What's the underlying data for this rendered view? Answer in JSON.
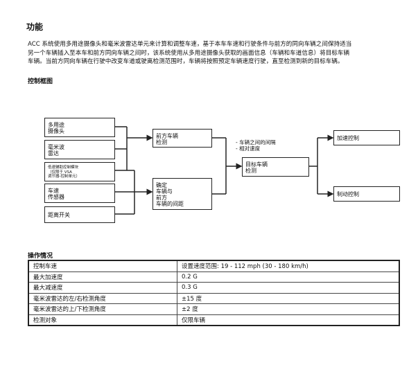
{
  "section_title": "功能",
  "intro_lines": [
    "ACC 系统使用多用途摄像头和毫米波雷达单元来计算和调整车速，基于本车车速和行驶条件与前方的同向车辆之间保持适当",
    "另一个车辆插入至本车和前方同向车辆之间时，该系统使用从多用途摄像头获取的画面信息（车辆和车道信息）将目标车辆",
    "车辆。当前方同向车辆在行驶中改变车道或驶离检测范围时，车辆将按照预定车辆速度行驶，直至检测到新的目标车辆。"
  ],
  "block_diagram_title": "控制框图",
  "diagram": {
    "inputs": [
      {
        "label": "多用途\n摄像头"
      },
      {
        "label": "毫米波\n雷达"
      },
      {
        "label": "低速辅助控制模块\n（仅限于 VSA\n调节器-控制单元）"
      },
      {
        "label": "车速\n传感器"
      },
      {
        "label": "距离开关"
      }
    ],
    "detect_front": "前方车辆\n检测",
    "calc_distance": "确定\n车辆与\n前方\n车辆的间距",
    "gap_note": "- 车辆之间的间隔\n- 相对速度",
    "target_detect": "目标车辆\n检测",
    "accel_control": "加速控制",
    "brake_control": "制动控制"
  },
  "operation_title": "操作情况",
  "operation_table": [
    {
      "item": "控制车速",
      "value": "设置速度范围: 19 - 112 mph (30 - 180 km/h)"
    },
    {
      "item": "最大加速度",
      "value": "0.2 G"
    },
    {
      "item": "最大减速度",
      "value": "0.3 G"
    },
    {
      "item": "毫米波雷达的左/右检测角度",
      "value": "±15 度"
    },
    {
      "item": "毫米波雷达的上/下检测角度",
      "value": "±2 度"
    },
    {
      "item": "检测对象",
      "value": "仅限车辆"
    }
  ]
}
